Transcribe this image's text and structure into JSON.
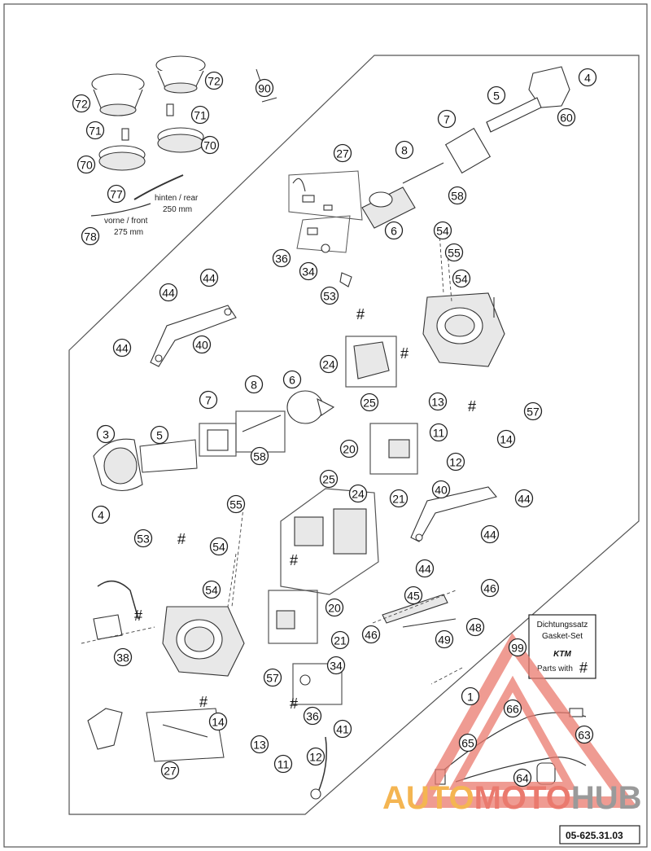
{
  "callouts": [
    {
      "label": "72"
    },
    {
      "label": "72"
    },
    {
      "label": "71"
    },
    {
      "label": "71"
    },
    {
      "label": "70"
    },
    {
      "label": "70"
    },
    {
      "label": "90"
    },
    {
      "label": "77"
    },
    {
      "label": "78"
    },
    {
      "label": "4"
    },
    {
      "label": "5"
    },
    {
      "label": "60"
    },
    {
      "label": "7"
    },
    {
      "label": "27"
    },
    {
      "label": "8"
    },
    {
      "label": "58"
    },
    {
      "label": "6"
    },
    {
      "label": "54"
    },
    {
      "label": "55"
    },
    {
      "label": "54"
    },
    {
      "label": "36"
    },
    {
      "label": "34"
    },
    {
      "label": "53"
    },
    {
      "label": "44"
    },
    {
      "label": "44"
    },
    {
      "label": "44"
    },
    {
      "label": "40"
    },
    {
      "label": "24"
    },
    {
      "label": "25"
    },
    {
      "label": "13"
    },
    {
      "label": "57"
    },
    {
      "label": "11"
    },
    {
      "label": "14"
    },
    {
      "label": "12"
    },
    {
      "label": "20"
    },
    {
      "label": "21"
    },
    {
      "label": "3"
    },
    {
      "label": "5"
    },
    {
      "label": "7"
    },
    {
      "label": "8"
    },
    {
      "label": "6"
    },
    {
      "label": "58"
    },
    {
      "label": "4"
    },
    {
      "label": "55"
    },
    {
      "label": "25"
    },
    {
      "label": "24"
    },
    {
      "label": "40"
    },
    {
      "label": "44"
    },
    {
      "label": "44"
    },
    {
      "label": "44"
    },
    {
      "label": "53"
    },
    {
      "label": "54"
    },
    {
      "label": "54"
    },
    {
      "label": "20"
    },
    {
      "label": "21"
    },
    {
      "label": "45"
    },
    {
      "label": "46"
    },
    {
      "label": "46"
    },
    {
      "label": "48"
    },
    {
      "label": "49"
    },
    {
      "label": "38"
    },
    {
      "label": "99"
    },
    {
      "label": "57"
    },
    {
      "label": "34"
    },
    {
      "label": "1"
    },
    {
      "label": "36"
    },
    {
      "label": "14"
    },
    {
      "label": "66"
    },
    {
      "label": "63"
    },
    {
      "label": "65"
    },
    {
      "label": "13"
    },
    {
      "label": "11"
    },
    {
      "label": "12"
    },
    {
      "label": "41"
    },
    {
      "label": "64"
    },
    {
      "label": "27"
    }
  ],
  "notes": {
    "hose_rear": "hinten / rear",
    "hose_rear_len": "250 mm",
    "hose_front": "vorne / front",
    "hose_front_len": "275 mm"
  },
  "hash_marks": [
    "#",
    "#",
    "#",
    "#",
    "#",
    "#",
    "#",
    "#",
    "#"
  ],
  "gasket_set": {
    "line1": "Dichtungssatz",
    "line2": "Gasket-Set",
    "brand": "KTM",
    "parts_with": "Parts with",
    "symbol": "#"
  },
  "watermark": {
    "part1": "AUTO",
    "part2": "MOTO",
    "part3": "HUB"
  },
  "document_number": "05-625.31.03",
  "colors": {
    "watermark_orange": "#f4b552",
    "watermark_red": "#ea7a6e",
    "watermark_grey": "#9a9a9a"
  }
}
